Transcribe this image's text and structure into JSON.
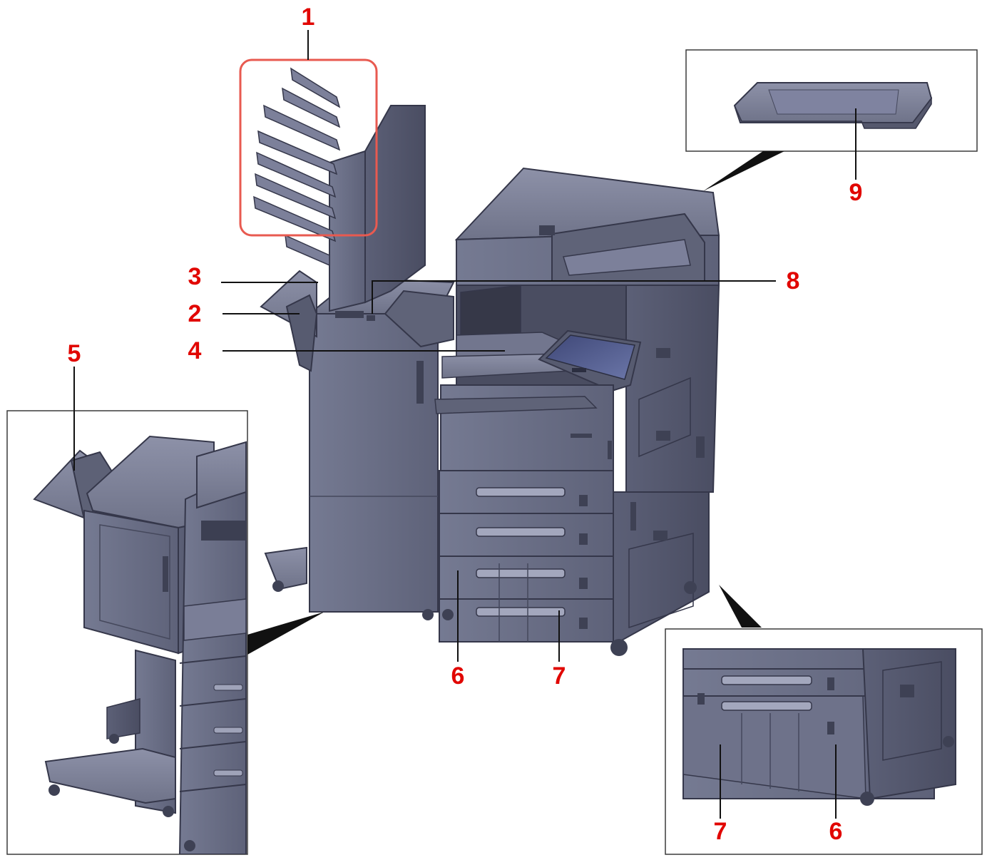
{
  "colors": {
    "accent": "#e10600",
    "body": "#6b6f86",
    "body_light": "#8a8ea6",
    "body_dark": "#4d5066",
    "edge": "#35374a",
    "screen": "#4a5588",
    "inset_border": "#3a3a3a",
    "highlight_frame": "#e85a50"
  },
  "labels": {
    "l1": "1",
    "l2": "2",
    "l3": "3",
    "l4": "4",
    "l5": "5",
    "l6a": "6",
    "l6b": "6",
    "l7a": "7",
    "l7b": "7",
    "l8": "8",
    "l9": "9"
  }
}
